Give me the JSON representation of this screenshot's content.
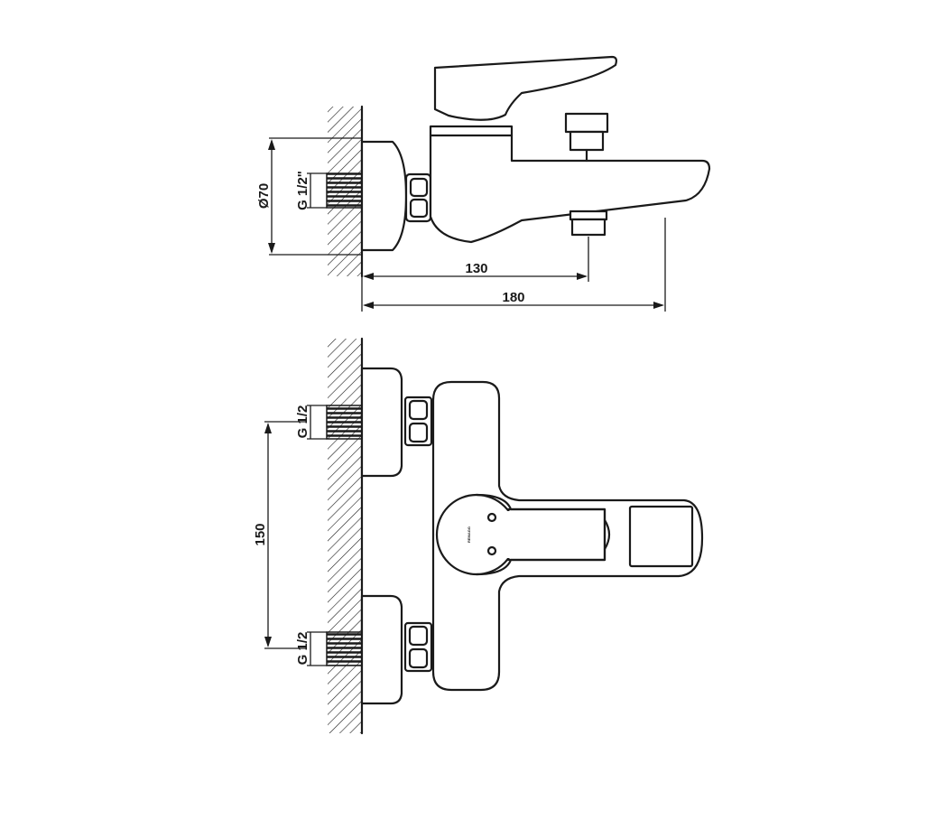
{
  "side_view": {
    "diameter_label": "Ø70",
    "thread_label": "G 1/2\"",
    "dim_inner_label": "130",
    "dim_outer_label": "180"
  },
  "front_view": {
    "thread_top_label": "G 1/2",
    "thread_bottom_label": "G 1/2",
    "spacing_label": "150",
    "brand_mark": "REMAGG"
  },
  "colors": {
    "line": "#1a1a1a",
    "background": "#ffffff"
  }
}
